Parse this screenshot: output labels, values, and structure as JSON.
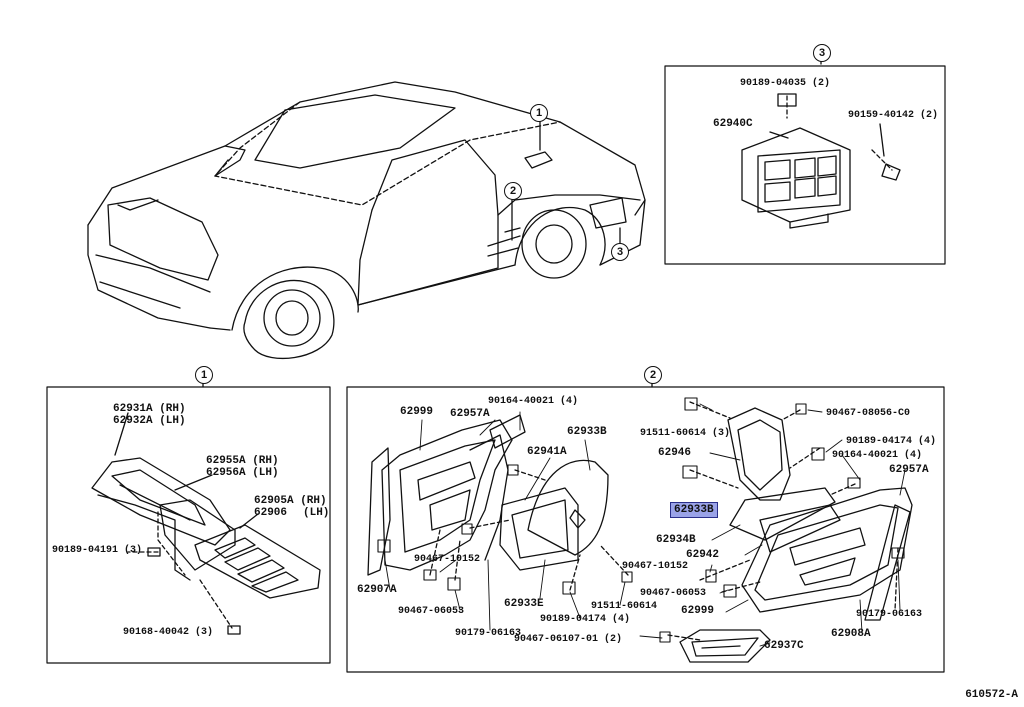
{
  "diagram_id": "610572-A",
  "highlighted_part": "62933B",
  "callouts": {
    "c1": "1",
    "c2": "2",
    "c3": "3"
  },
  "car_view": {
    "markers": [
      "1",
      "2",
      "3"
    ]
  },
  "box3": {
    "number": "3",
    "labels": {
      "screw_top": "90189-04035 (2)",
      "part": "62940C",
      "screw_right": "90159-40142 (2)"
    }
  },
  "box1": {
    "number": "1",
    "labels": {
      "a": "62931A (RH)",
      "b": "62932A (LH)",
      "c": "62955A (RH)",
      "d": "62956A (LH)",
      "e": "62905A (RH)",
      "f": "62906",
      "f_side": "(LH)",
      "g": "90189-04191 (3)",
      "h": "90168-40042 (3)"
    }
  },
  "box2": {
    "number": "2",
    "labels": {
      "l1": "62999",
      "l2": "62957A",
      "l3": "90164-40021 (4)",
      "l4": "62933B",
      "l5": "62941A",
      "l6": "62907A",
      "l7": "90467-10152",
      "l8": "90467-06053",
      "l9": "90179-06163",
      "l10": "62933E",
      "l11": "91511-60614",
      "l12": "90189-04174 (4)",
      "l13": "90467-06107-01 (2)",
      "r1": "91511-60614 (3)",
      "r2": "90467-08056-C0",
      "r3": "90189-04174 (4)",
      "r4": "62946",
      "r5": "90164-40021 (4)",
      "r6": "62957A",
      "r7": "62933B",
      "r8": "62934B",
      "r9": "62942",
      "r10": "90467-10152",
      "r11": "90467-06053",
      "r12": "62999",
      "r13": "62908A",
      "r14": "90179-06163",
      "r15": "62937C"
    }
  }
}
